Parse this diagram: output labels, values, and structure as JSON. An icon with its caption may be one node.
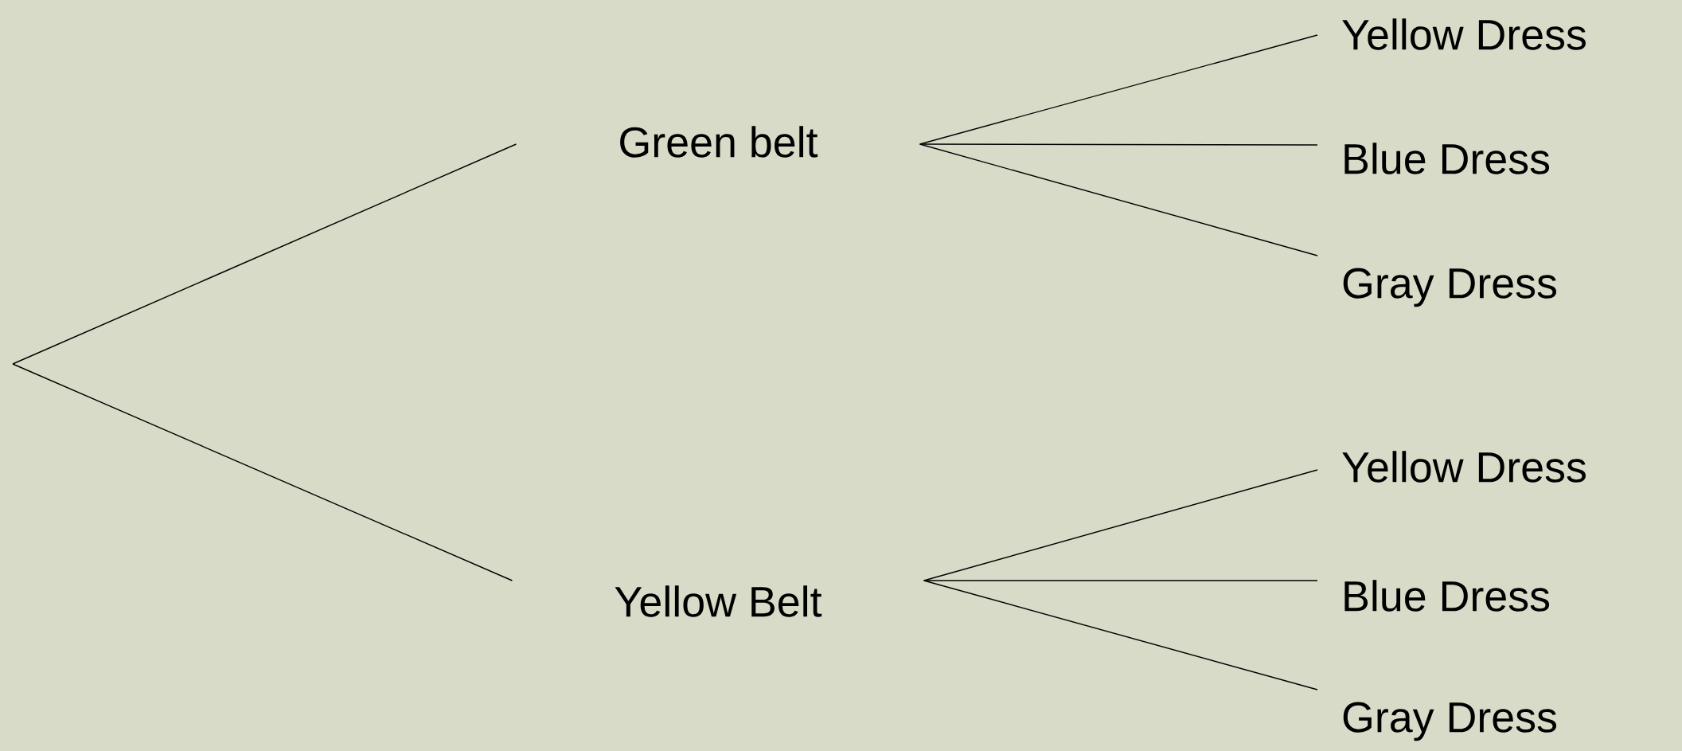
{
  "diagram": {
    "nodes": [
      {
        "text": [
          "Green belt"
        ]
      },
      {
        "text": [
          "Yellow Dress"
        ]
      },
      {
        "text": [
          "Blue Dress"
        ]
      },
      {
        "text": [
          "Gray Dress"
        ]
      },
      {
        "text": [
          "Yellow Belt"
        ]
      },
      {
        "text": [
          "Yellow Dress"
        ]
      },
      {
        "text": [
          "Blue Dress"
        ]
      },
      {
        "text": [
          "Gray Dress"
        ]
      }
    ],
    "edges": [
      {
        "from": null,
        "to": 0,
        "arrow": "none"
      },
      {
        "from": null,
        "to": 4,
        "arrow": "none"
      },
      {
        "from": 0,
        "to": 1,
        "arrow": "none"
      },
      {
        "from": 0,
        "to": 2,
        "arrow": "none"
      },
      {
        "from": 0,
        "to": 3,
        "arrow": "none"
      },
      {
        "from": 4,
        "to": 5,
        "arrow": "none"
      },
      {
        "from": 4,
        "to": 6,
        "arrow": "none"
      },
      {
        "from": 4,
        "to": 7,
        "arrow": "none"
      }
    ]
  }
}
